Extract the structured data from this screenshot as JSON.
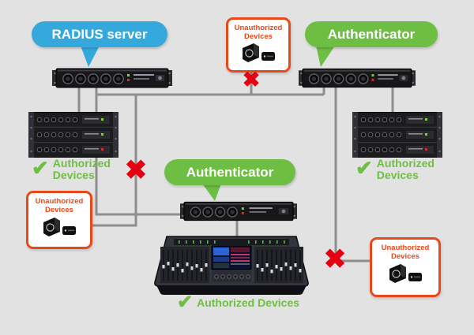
{
  "colors": {
    "background": "#e2e2e2",
    "blue": "#36a9dc",
    "green": "#6fbe44",
    "red": "#e60012",
    "orange": "#e8481a",
    "line": "#8e8e8e"
  },
  "bubbles": {
    "radius": {
      "label": "RADIUS server"
    },
    "authenticator_right": {
      "label": "Authenticator"
    },
    "authenticator_center": {
      "label": "Authenticator"
    }
  },
  "unauthorized": {
    "top": {
      "line1": "Unauthorized",
      "line2": "Devices"
    },
    "left": {
      "line1": "Unauthorized",
      "line2": "Devices"
    },
    "right": {
      "line1": "Unauthorized",
      "line2": "Devices"
    }
  },
  "authorized": {
    "left": {
      "line1": "Authorized",
      "line2": "Devices"
    },
    "right": {
      "line1": "Authorized",
      "line2": "Devices"
    },
    "bottom": {
      "label": "Authorized Devices"
    }
  },
  "glyphs": {
    "check": "✔",
    "cross": "✖"
  }
}
